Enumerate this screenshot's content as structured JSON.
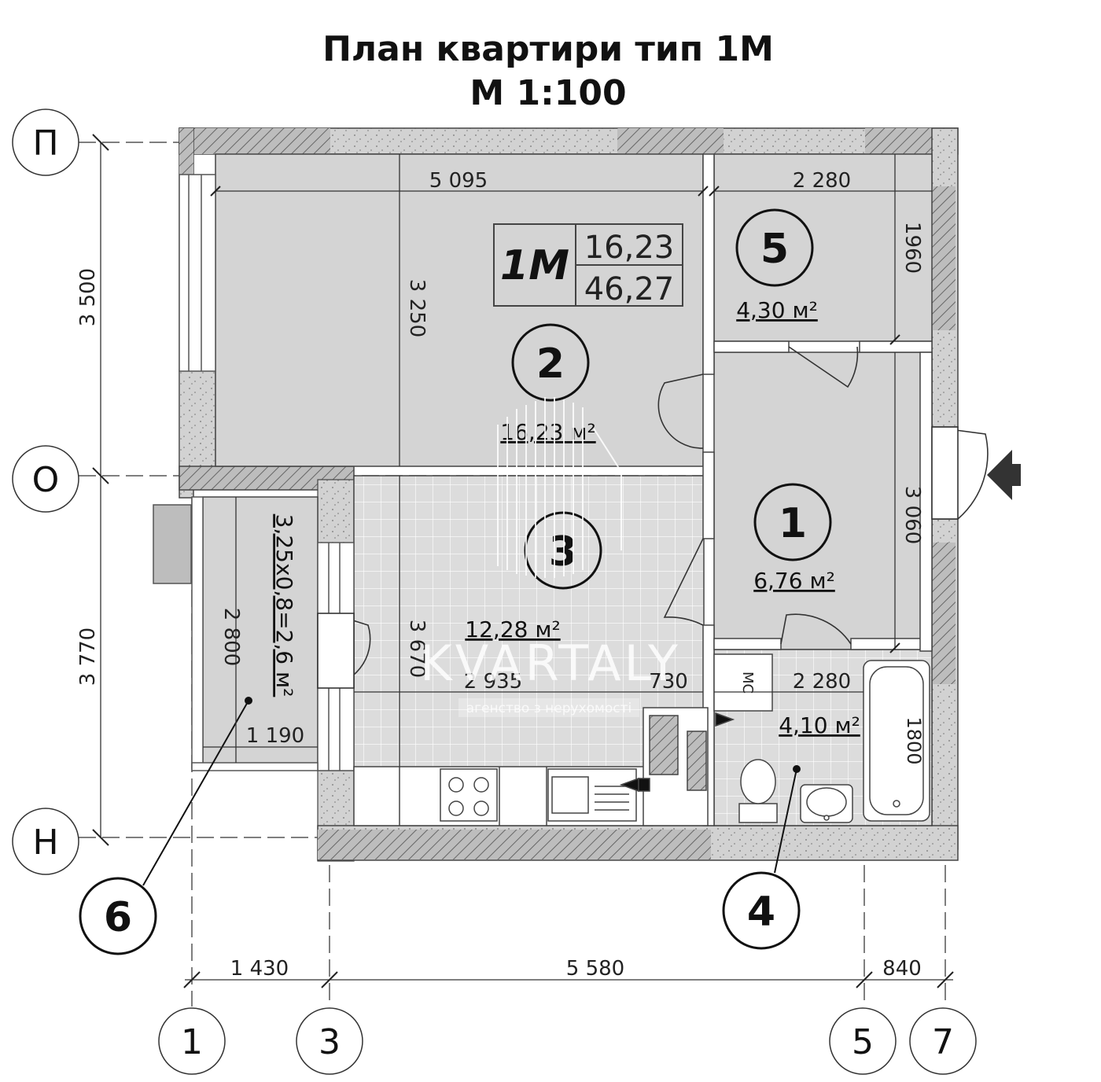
{
  "title": {
    "line1": "План квартири тип 1М",
    "line2": "М 1:100"
  },
  "apartment_badge": {
    "type": "1М",
    "living_area": "16,23",
    "total_area": "46,27"
  },
  "axes": {
    "horizontal": [
      "П",
      "О",
      "Н"
    ],
    "vertical": [
      "1",
      "3",
      "5",
      "7"
    ]
  },
  "rooms": [
    {
      "number": "1",
      "area": "6,76 м²"
    },
    {
      "number": "2",
      "area": "16,23 м²"
    },
    {
      "number": "3",
      "area": "12,28 м²"
    },
    {
      "number": "4",
      "area": "4,10 м²"
    },
    {
      "number": "5",
      "area": "4,30 м²"
    },
    {
      "number": "6",
      "area": "3,25х0,8=2,6 м²"
    }
  ],
  "dimensions": {
    "room2_width": "5 095",
    "room2_depth": "3 250",
    "room5_width": "2 280",
    "room5_depth": "1960",
    "hall_depth": "3 060",
    "kitchen_depth": "3 670",
    "kitchen_width": "2 935",
    "kitchen_nook": "730",
    "bath_width": "2 280",
    "bathtub_length": "1800",
    "balcony_length": "2 800",
    "balcony_width": "1 190",
    "left_upper": "3 500",
    "left_lower": "3 770",
    "bottom_1_3": "1 430",
    "bottom_3_5": "5 580",
    "bottom_5_7": "840"
  },
  "fixtures": {
    "wc_label": "МС"
  },
  "watermark": {
    "brand": "KVARTALY",
    "tagline": "агенство з нерухомості"
  }
}
